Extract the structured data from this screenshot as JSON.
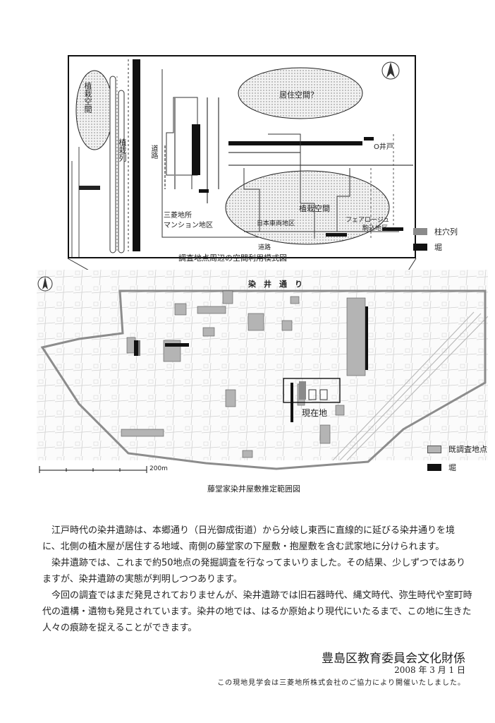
{
  "inset": {
    "caption": "調査地点周辺の空間利用模式図",
    "labels": {
      "planting_space_vertical": "植栽空間",
      "planting_row": "植栽列",
      "road_vertical": "道路",
      "living_space": "居住空間？",
      "well": "O井戸",
      "planting_space": "植栽空間",
      "mitsubishi_area_line1": "三菱地所",
      "mitsubishi_area_line2": "マンション地区",
      "nihon_sharyo_area": "日本車両地区",
      "fair_rouge_line1": "フェアロージュ",
      "fair_rouge_line2": "駒込地区",
      "road_bottom": "道路"
    },
    "legend": [
      {
        "label": "柱穴列",
        "color": "#8a8a8a"
      },
      {
        "label": "堀",
        "color": "#111111"
      }
    ]
  },
  "site_map": {
    "caption": "藤堂家染井屋敷推定範囲図",
    "street_label": "染　井　通　り",
    "current_site_label": "現在地",
    "scale_label": "200m",
    "legend": [
      {
        "label": "既調査地点",
        "color": "#b4b4b4"
      },
      {
        "label": "堀",
        "color": "#111111"
      }
    ]
  },
  "body": {
    "paragraphs": [
      "江戸時代の染井遺跡は、本郷通り（日光御成街道）から分岐し東西に直線的に延びる染井通りを境に、北側の植木屋が居住する地域、南側の藤堂家の下屋敷・抱屋敷を含む武家地に分けられます。",
      "染井遺跡では、これまで約50地点の発掘調査を行なってまいりました。その結果、少しずつではありますが、染井遺跡の実態が判明しつつあります。",
      "今回の調査ではまだ発見されておりませんが、染井遺跡では旧石器時代、縄文時代、弥生時代や室町時代の遺構・遺物も発見されています。染井の地では、はるか原始より現代にいたるまで、この地に生きた人々の痕跡を捉えることができます。"
    ]
  },
  "footer": {
    "organization": "豊島区教育委員会文化財係",
    "date": "2008 年 3 月 1 日",
    "note": "この現地見学会は三菱地所株式会社のご協力により開催いたしました。"
  }
}
